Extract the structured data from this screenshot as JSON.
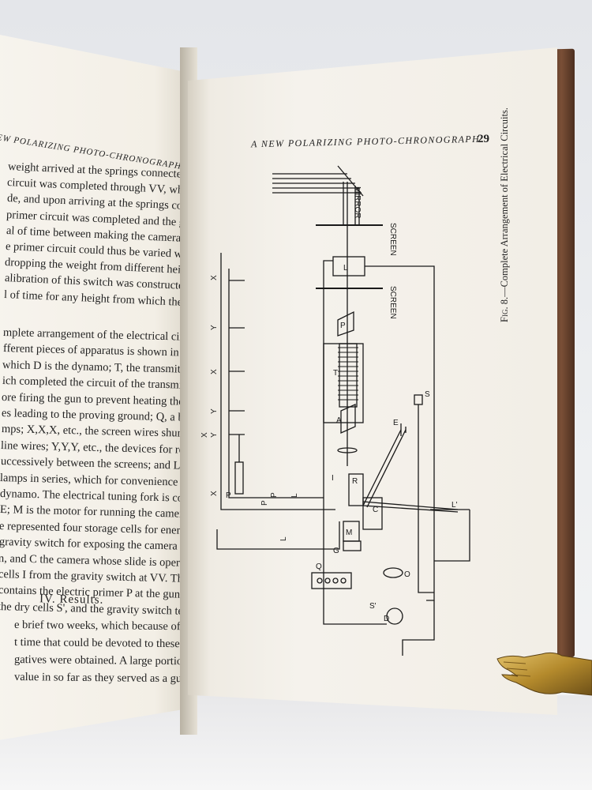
{
  "left_page": {
    "running_head": "A NEW POLARIZING PHOTO-CHRONOGRAPH.",
    "lines": [
      "weight arrived at the springs connected with VV the",
      "circuit was completed through VV, which operated the",
      "de, and upon arriving at the springs connected with",
      "primer circuit was completed and the gun was fired.",
      "al of time between making the camera circuit and",
      "e primer circuit could thus be varied within certain",
      "dropping the weight from different heights. The",
      "alibration of this switch was constructed, which gives",
      "l of time for any height from which the weight was",
      "mplete arrangement of the electrical circuits used",
      "fferent pieces of apparatus is shown in the diagram",
      "which D is the dynamo; T, the transmitter tube; S,",
      "ich completed the circuit of the transmitter just a",
      "ore firing the gun to prevent heating the coils; L,L,",
      "es leading to the proving ground; Q, a bank of",
      "mps; X,X,X, etc., the screen wires shunted across",
      "line wires; Y,Y,Y, etc., the devices for restoring",
      "uccessively between the screens; and L and L' two",
      "lamps in series, which for convenience were lighted",
      "dynamo. The electrical tuning fork is controlled",
      "E; M is the motor for running the camera plates;",
      "e represented four storage cells for energizing the",
      "gravity switch for exposing the camera and",
      "n, and C the camera whose slide is operated elec-",
      "cells I from the gravity switch at VV. The",
      "contains the electric primer P at the gun, the line",
      "the dry cells S', and the gravity switch termi-",
      "e brief two weeks, which because of other duties",
      "t time that could be devoted to these experiments,",
      "gatives were obtained. A large portion of these",
      "value in so far as they served as a guide toward"
    ],
    "section_heading": "IV. Results."
  },
  "right_page": {
    "running_head": "A NEW POLARIZING PHOTO-CHRONOGRAPH.",
    "page_number": "29",
    "caption_fig": "Fig. 8.",
    "caption_text": "—Complete Arrangement of Electrical Circuits."
  },
  "diagram_labels": {
    "mirror": "MIRROR",
    "screen1": "SCREEN",
    "screen2": "SCREEN",
    "L": "L",
    "P": "P",
    "T": "T",
    "A": "A",
    "S": "S",
    "E": "E",
    "I": "I",
    "R": "R",
    "C": "C",
    "M": "M",
    "G": "G",
    "O": "O",
    "Q": "Q",
    "D": "D",
    "S2": "S'",
    "Lprime": "L'",
    "P1": "P",
    "L1": "L",
    "X1": "X",
    "Y1": "Y",
    "X2": "X",
    "Y2": "Y",
    "X3": "X",
    "Y3": "Y",
    "X4": "X",
    "P2": "P",
    "P3": "P",
    "L2": "L"
  }
}
